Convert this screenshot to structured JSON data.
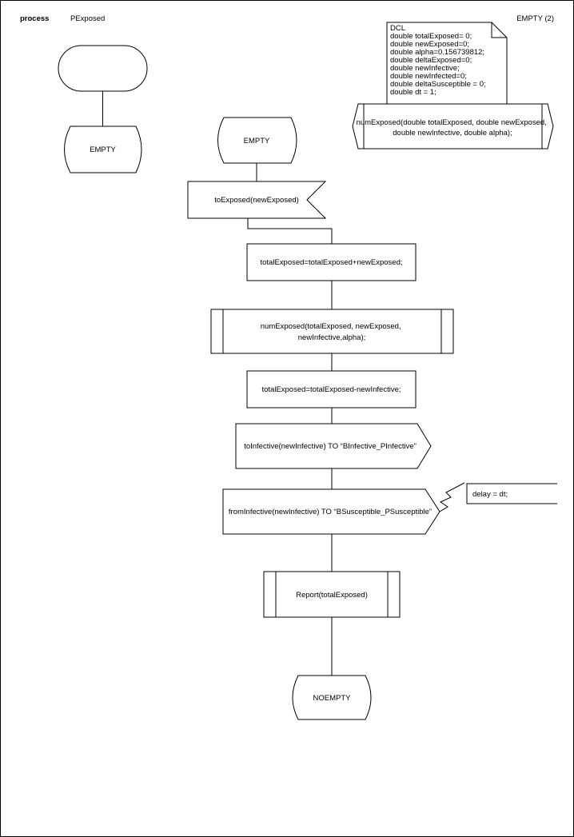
{
  "header": {
    "keyword": "process",
    "process_name": "PExposed",
    "page_label": "EMPTY (2)"
  },
  "start_state": {
    "label": "EMPTY"
  },
  "declarations": {
    "lines": [
      "DCL",
      "double totalExposed= 0;",
      "double newExposed=0;",
      "double alpha=0.156739812;",
      "double deltaExposed=0;",
      "double newInfective;",
      "double newInfected=0;",
      "double deltaSusceptible = 0;",
      "double dt = 1;"
    ]
  },
  "procedure_def": {
    "lines": [
      "numExposed(double totalExposed, double newExposed,",
      "double newInfective, double alpha);"
    ]
  },
  "flow": {
    "state": "EMPTY",
    "input": "toExposed(newExposed)",
    "task1": "totalExposed=totalExposed+newExposed;",
    "proc_call": {
      "lines": [
        "numExposed(totalExposed, newExposed,",
        "newInfective,alpha);"
      ]
    },
    "task2": "totalExposed=totalExposed-newInfective;",
    "output1": "toInfective(newInfective) TO “BInfective_PInfective”",
    "output2": "fromInfective(newInfective) TO “BSusceptible_PSusceptible”",
    "comment": "delay = dt;",
    "report": "Report(totalExposed)",
    "next_state": "NOEMPTY"
  }
}
